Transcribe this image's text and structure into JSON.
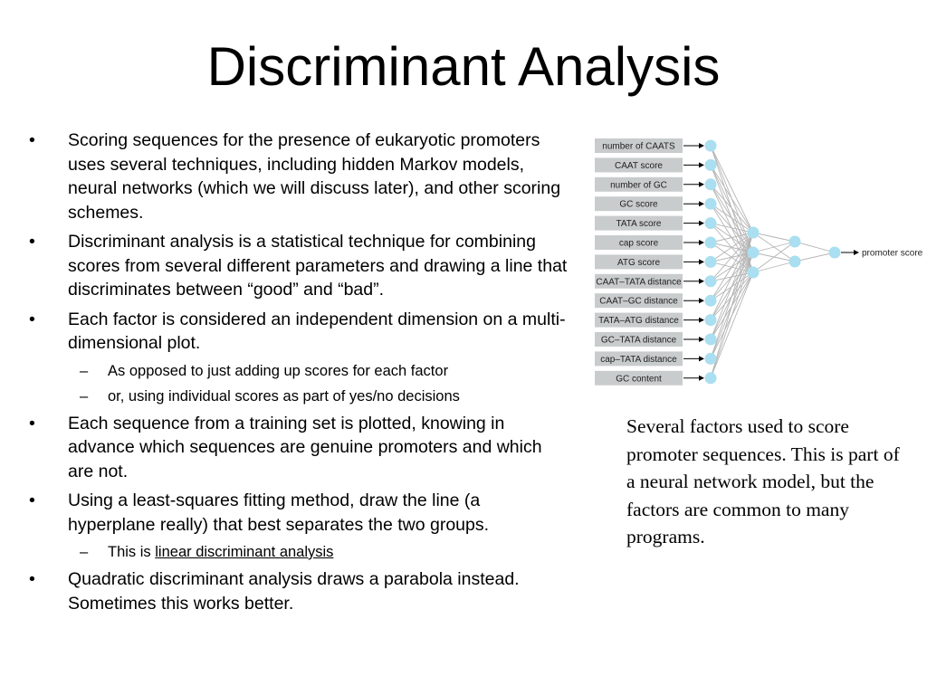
{
  "title": "Discriminant Analysis",
  "bullets": [
    {
      "type": "main",
      "marker": "•",
      "text": "Scoring sequences for the presence of  eukaryotic promoters uses several techniques, including hidden Markov models, neural networks (which we will discuss later), and other scoring schemes."
    },
    {
      "type": "main",
      "marker": "•",
      "text": "Discriminant analysis is a statistical technique for combining scores from several different parameters and drawing a line that discriminates between “good” and “bad”."
    },
    {
      "type": "main",
      "marker": "•",
      "text": "Each factor is considered an independent dimension on a multi-dimensional plot."
    },
    {
      "type": "sub",
      "marker": "–",
      "text": "As opposed to just adding up scores for each factor"
    },
    {
      "type": "sub",
      "marker": "–",
      "text": "or, using individual scores as part of yes/no decisions"
    },
    {
      "type": "main",
      "marker": "•",
      "text": "Each sequence from a training set is plotted, knowing in advance which sequences are genuine promoters and which are not."
    },
    {
      "type": "main",
      "marker": "•",
      "text": "Using a least-squares fitting method, draw the line (a hyperplane really) that best separates the two groups."
    },
    {
      "type": "sub",
      "marker": "–",
      "prefix": "This is ",
      "link": "linear discriminant analysis"
    },
    {
      "type": "main",
      "marker": "•",
      "text": "Quadratic discriminant analysis draws a parabola instead.  Sometimes this works better."
    }
  ],
  "diagram": {
    "inputs": [
      "number of CAATS",
      "CAAT score",
      "number of GC",
      "GC score",
      "TATA score",
      "cap score",
      "ATG score",
      "CAAT–TATA distance",
      "CAAT–GC distance",
      "TATA–ATG distance",
      "GC–TATA distance",
      "cap–TATA distance",
      "GC content"
    ],
    "hidden1_count": 3,
    "hidden2_count": 2,
    "output_label": "promoter score",
    "colors": {
      "label_bg": "#c9cccd",
      "node": "#a9dff0",
      "edge": "#b5b5b5",
      "arrow": "#000000"
    }
  },
  "caption": "Several factors used to score promoter sequences.  This is part of a neural network model, but the factors are common to many programs."
}
